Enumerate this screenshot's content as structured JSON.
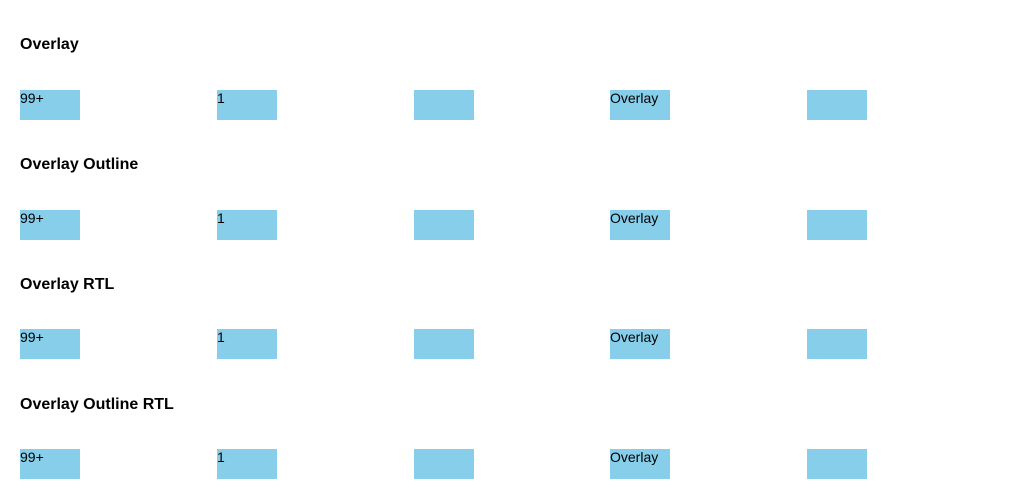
{
  "box_color": "#87ceeb",
  "sections": [
    {
      "title": "Overlay",
      "items": [
        "99+",
        "1",
        "",
        "Overlay",
        ""
      ]
    },
    {
      "title": "Overlay Outline",
      "items": [
        "99+",
        "1",
        "",
        "Overlay",
        ""
      ]
    },
    {
      "title": "Overlay RTL",
      "items": [
        "99+",
        "1",
        "",
        "Overlay",
        ""
      ]
    },
    {
      "title": "Overlay Outline RTL",
      "items": [
        "99+",
        "1",
        "",
        "Overlay",
        ""
      ]
    }
  ]
}
